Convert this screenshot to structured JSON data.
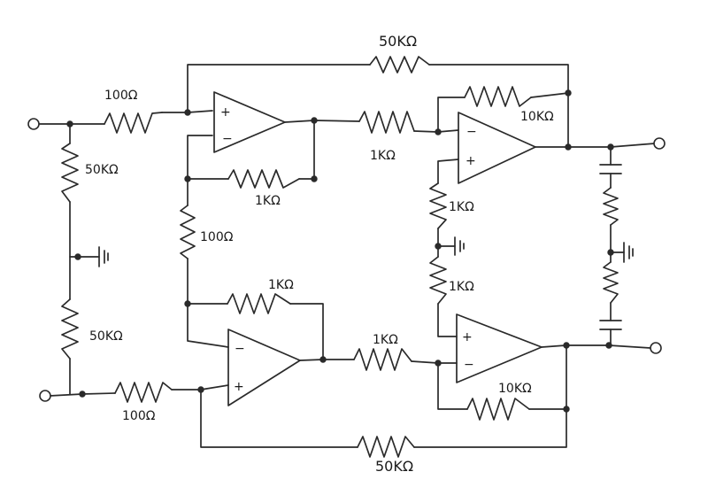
{
  "diagram": {
    "labels": {
      "r_top_feedback": "50KΩ",
      "r_in_top": "100Ω",
      "r_left_upper": "50KΩ",
      "r_left_lower": "50KΩ",
      "r_in_bottom": "100Ω",
      "r_fb_top_amp": "1KΩ",
      "r_gain_middle": "100Ω",
      "r_fb_bottom_amp": "1KΩ",
      "r_coupling_top": "1KΩ",
      "r_coupling_bottom": "1KΩ",
      "r_fb_top_right": "10KΩ",
      "r_fb_bottom_right": "10KΩ",
      "r_divider_upper": "1KΩ",
      "r_divider_lower": "1KΩ",
      "r_bottom_feedback": "50KΩ"
    },
    "opamp_marks": {
      "plus": "+",
      "minus": "−"
    }
  }
}
